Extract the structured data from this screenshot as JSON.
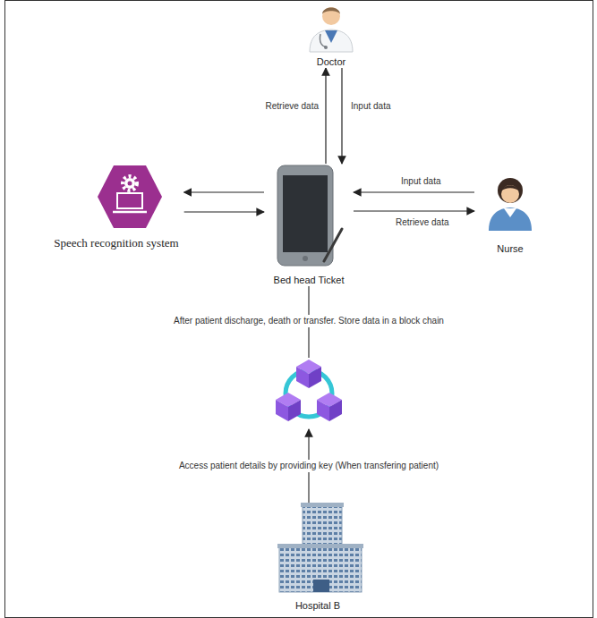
{
  "diagram": {
    "nodes": [
      {
        "text": [
          "Doctor"
        ]
      },
      {
        "text": [
          "Speech recognition system"
        ]
      },
      {
        "text": [
          "Bed head Ticket"
        ]
      },
      {
        "text": [
          "Nurse"
        ]
      },
      {
        "text": [
          "Hospital B"
        ]
      }
    ],
    "edges": [
      {
        "from": 2,
        "to": 0,
        "label": "Retrieve data",
        "arrow": "to"
      },
      {
        "from": 0,
        "to": 2,
        "label": "Input data",
        "arrow": "to"
      },
      {
        "from": 2,
        "to": 1,
        "arrow": "to"
      },
      {
        "from": 1,
        "to": 2,
        "arrow": "to"
      },
      {
        "from": 3,
        "to": 2,
        "label": "Input data",
        "arrow": "to"
      },
      {
        "from": 2,
        "to": 3,
        "label": "Retrieve data",
        "arrow": "to"
      }
    ],
    "labels": [
      "After patient discharge, death or transfer. Store data in a block chain",
      "Access patient details by providing key (When transfering patient)"
    ]
  }
}
